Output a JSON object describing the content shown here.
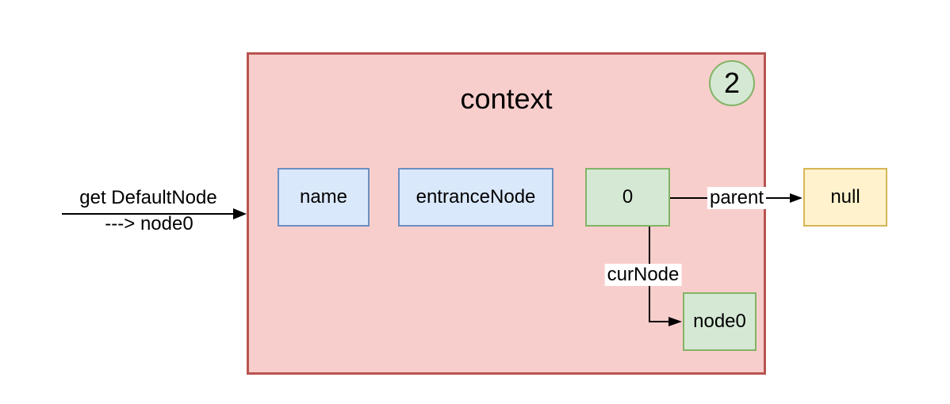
{
  "diagram": {
    "context": {
      "title": "context",
      "step_badge": "2"
    },
    "fields": [
      {
        "label": "name"
      },
      {
        "label": "entranceNode"
      },
      {
        "label": "0"
      }
    ],
    "null_node": {
      "label": "null"
    },
    "node0": {
      "label": "node0"
    },
    "edges": {
      "parent": {
        "label": "parent"
      },
      "curNode": {
        "label": "curNode"
      }
    },
    "incoming_arrow": {
      "line1": "get DefaultNode",
      "line2": "---> node0"
    }
  },
  "colors": {
    "context_fill": "#f8cecc",
    "context_stroke": "#b85450",
    "field_fill": "#dae8fc",
    "field_stroke": "#6c8ebf",
    "node_fill": "#d5e8d4",
    "node_stroke": "#82b366",
    "null_fill": "#fff2cc",
    "null_stroke": "#d6b656",
    "arrow": "#000000",
    "text": "#000000",
    "background": "#ffffff"
  }
}
